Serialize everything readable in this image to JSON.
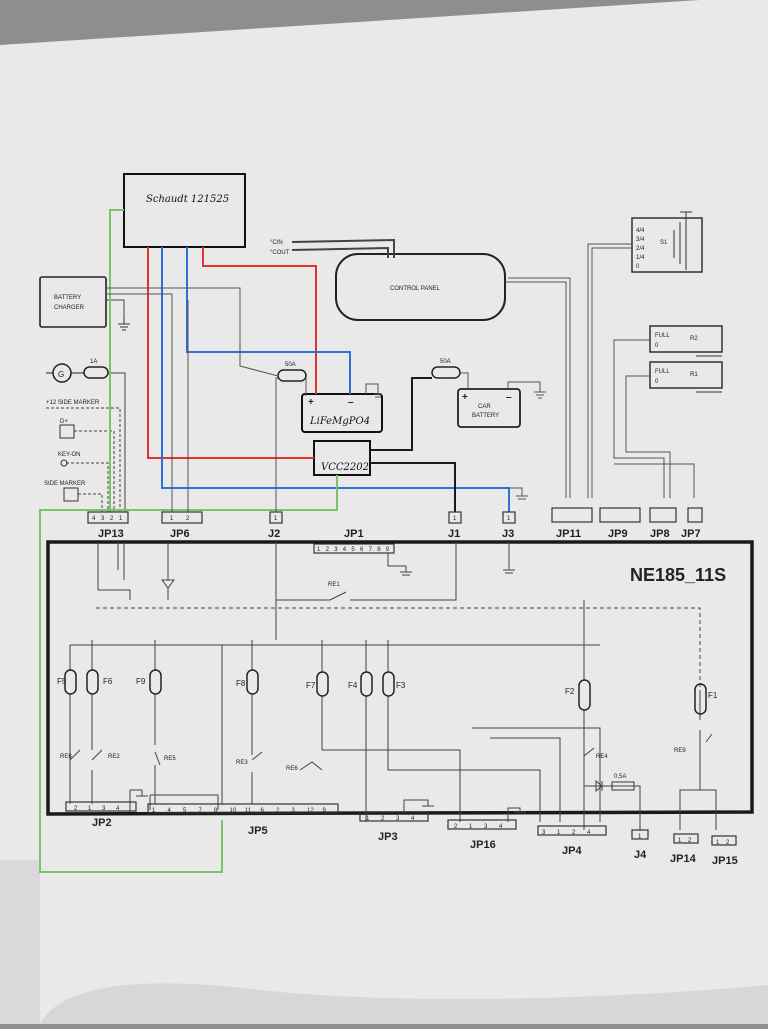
{
  "title": "NE185_11S",
  "modules": {
    "charger_ext": "Schaudt 121525",
    "lifepo4": "LiFeMgPO4",
    "dcdc": "VCC2202",
    "battery_charger": "BATTERY\nCHARGER",
    "control_panel": "CONTROL PANEL",
    "car_battery": "CAR\nBATTERY"
  },
  "fuses_ext": {
    "fuse_1a": "1A",
    "fuse_50a_left": "50A",
    "fuse_50a_right": "50A"
  },
  "labels": {
    "g": "G",
    "plus12_side_marker": "+12 SIDE MARKER",
    "dplus": "D+",
    "key_on": "KEY-ON",
    "side_marker": "SIDE MARKER",
    "cin": "°CIN",
    "cout": "°COUT",
    "re1": "RE1",
    "current_05a": "0,5A"
  },
  "connectors_top": [
    "JP13",
    "JP6",
    "J2",
    "JP1",
    "J1",
    "J3",
    "JP11",
    "JP9",
    "JP8",
    "JP7"
  ],
  "connectors_bottom": [
    "JP2",
    "JP5",
    "JP3",
    "JP16",
    "JP4",
    "J4",
    "JP14",
    "JP15"
  ],
  "fuses_int": [
    "F5",
    "F6",
    "F9",
    "F8",
    "F7",
    "F4",
    "F3",
    "F2",
    "F1"
  ],
  "relays": [
    "RE8",
    "RE2",
    "RE5",
    "RE3",
    "RE6",
    "RE4",
    "RE9"
  ],
  "pins": {
    "jp13": [
      "4",
      "3",
      "2",
      "1"
    ],
    "jp6": [
      "1",
      "2"
    ],
    "j2": [
      "1"
    ],
    "jp1": [
      "1",
      "2",
      "3",
      "4",
      "5",
      "6",
      "7",
      "8",
      "9"
    ],
    "j1": [
      "1"
    ],
    "j3": [
      "1"
    ],
    "jp2": [
      "2",
      "1",
      "3",
      "4"
    ],
    "jp5": [
      "1",
      "4",
      "5",
      "7",
      "8",
      "10",
      "11",
      "6",
      "2",
      "3",
      "12",
      "9"
    ],
    "jp3": [
      "1",
      "2",
      "3",
      "4"
    ],
    "jp16": [
      "2",
      "1",
      "3",
      "4"
    ],
    "jp4": [
      "3",
      "1",
      "2",
      "4"
    ],
    "j4": [
      "1"
    ],
    "jp14": [
      "1",
      "2"
    ],
    "jp15": [
      "1",
      "2"
    ]
  },
  "sensor_levels": [
    "4/4",
    "3/4",
    "2/4",
    "1/4",
    "0"
  ],
  "sensor_s1": "S1",
  "tank_r2": {
    "full": "FULL",
    "empty": "0",
    "name": "R2"
  },
  "tank_r1": {
    "full": "FULL",
    "empty": "0",
    "name": "R1"
  },
  "wire_colors": {
    "red": "#e0342c",
    "blue": "#2f6fd8",
    "green": "#79c46a",
    "black": "#1a1a1a",
    "gray": "#555555"
  }
}
